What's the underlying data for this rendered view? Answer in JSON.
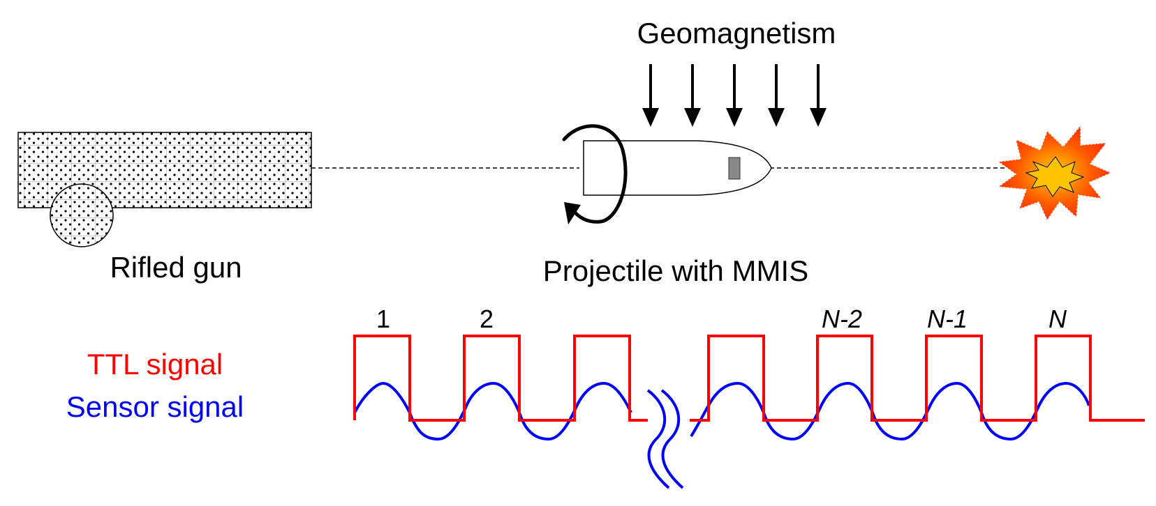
{
  "labels": {
    "geomagnetism": "Geomagnetism",
    "rifled_gun": "Rifled gun",
    "projectile": "Projectile with MMIS",
    "ttl_signal": "TTL signal",
    "sensor_signal": "Sensor signal"
  },
  "pulse_labels": [
    "1",
    "2",
    "N-2",
    "N-1",
    "N"
  ],
  "colors": {
    "ttl": "#ff0000",
    "sensor": "#0000ff",
    "outline": "#000000",
    "explosion_outer": "#ff3300",
    "explosion_inner": "#ffcc00"
  },
  "icons": {
    "gun": "rifled-gun-icon",
    "projectile": "projectile-icon",
    "spin": "spin-arrow-icon",
    "field": "down-arrow-icon",
    "explosion": "explosion-icon",
    "break": "axis-break-icon"
  }
}
